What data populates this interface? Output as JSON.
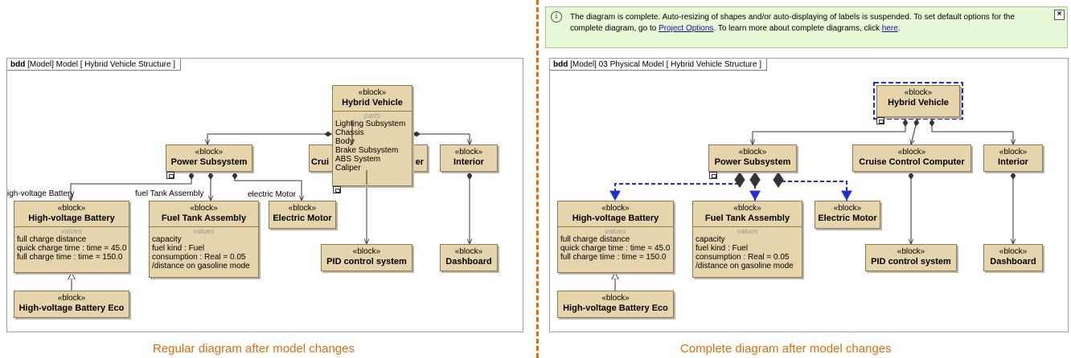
{
  "left": {
    "frame": {
      "kind": "bdd",
      "rest": "[Model] Model [ Hybrid Vehicle Structure ]"
    },
    "caption": "Regular diagram after model changes",
    "stereotype": "«block»",
    "values_label": "values",
    "parts_label": "parts",
    "blocks": {
      "hybrid": "Hybrid Vehicle",
      "power": "Power Subsystem",
      "cruise_fragment_left": "Crui",
      "cruise_fragment_right": "er",
      "interior": "Interior",
      "hvb": "High-voltage Battery",
      "fuel": "Fuel Tank Assembly",
      "motor": "Electric Motor",
      "pid": "PID control system",
      "dashboard": "Dashboard",
      "hvb_eco": "High-voltage Battery Eco"
    },
    "hybrid_parts": [
      "Lighting Subsystem",
      "Chassis",
      "Body",
      "Brake Subsystem",
      "ABS System",
      "Caliper"
    ],
    "hvb_values": [
      "full charge distance",
      "quick charge time : time = 45.0",
      "full charge time : time = 150.0"
    ],
    "fuel_values": [
      "capacity",
      "fuel kind : Fuel",
      "consumption : Real = 0.05",
      "/distance on gasoline mode"
    ],
    "roles": {
      "battery": "igh-voltage Battery",
      "tank": "fuel Tank Assembly",
      "motor": "electric Motor"
    }
  },
  "right": {
    "frame": {
      "kind": "bdd",
      "rest": "[Model] 03 Physical Model [ Hybrid Vehicle Structure ]"
    },
    "caption": "Complete diagram after model changes",
    "banner": {
      "pre": "The diagram is complete. Auto-resizing of shapes and/or auto-displaying of labels is suspended. To set default options for the complete diagram, go to ",
      "link1": "Project Options",
      "mid": ". To learn more about complete diagrams, click ",
      "link2": "here",
      "post": "."
    },
    "stereotype": "«block»",
    "values_label": "values",
    "blocks": {
      "hybrid": "Hybrid Vehicle",
      "power": "Power Subsystem",
      "cruise": "Cruise Control Computer",
      "interior": "Interior",
      "hvb": "High-voltage Battery",
      "fuel": "Fuel Tank Assembly",
      "motor": "Electric Motor",
      "pid": "PID control system",
      "dashboard": "Dashboard",
      "hvb_eco": "High-voltage Battery Eco"
    },
    "hvb_values": [
      "full charge distance",
      "quick charge time : time = 45.0",
      "full charge time : time = 150.0"
    ],
    "fuel_values": [
      "capacity",
      "fuel kind : Fuel",
      "consumption : Real = 0.05",
      "/distance on gasoline mode"
    ]
  },
  "colors": {
    "block_fill": "#e6d4ac",
    "accent_orange": "#e36c09",
    "selection_blue": "#1f2fd6",
    "banner_green": "#e7f8d6"
  }
}
